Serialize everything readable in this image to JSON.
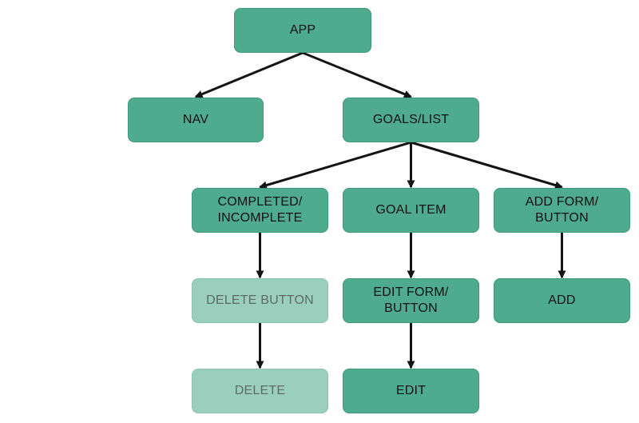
{
  "colors": {
    "node_fill": "#4fab8d",
    "node_border": "#3f9879",
    "node_text": "#111111",
    "faded_fill": "#9bcfbd",
    "faded_border": "#8ac4b0",
    "faded_text": "#5e6a66",
    "arrow": "#141414"
  },
  "nodes": {
    "app": {
      "label": "APP"
    },
    "nav": {
      "label": "NAV"
    },
    "goals_list": {
      "label": "GOALS/LIST"
    },
    "completed_incomplete": {
      "label": "COMPLETED/\nINCOMPLETE"
    },
    "goal_item": {
      "label": "GOAL ITEM"
    },
    "add_form_button": {
      "label": "ADD FORM/\nBUTTON"
    },
    "delete_button": {
      "label": "DELETE BUTTON",
      "faded": true
    },
    "edit_form_button": {
      "label": "EDIT FORM/\nBUTTON"
    },
    "add": {
      "label": "ADD"
    },
    "delete": {
      "label": "DELETE",
      "faded": true
    },
    "edit": {
      "label": "EDIT"
    }
  },
  "edges": [
    [
      "app",
      "nav"
    ],
    [
      "app",
      "goals_list"
    ],
    [
      "goals_list",
      "completed_incomplete"
    ],
    [
      "goals_list",
      "goal_item"
    ],
    [
      "goals_list",
      "add_form_button"
    ],
    [
      "completed_incomplete",
      "delete_button"
    ],
    [
      "goal_item",
      "edit_form_button"
    ],
    [
      "add_form_button",
      "add"
    ],
    [
      "delete_button",
      "delete"
    ],
    [
      "edit_form_button",
      "edit"
    ]
  ]
}
